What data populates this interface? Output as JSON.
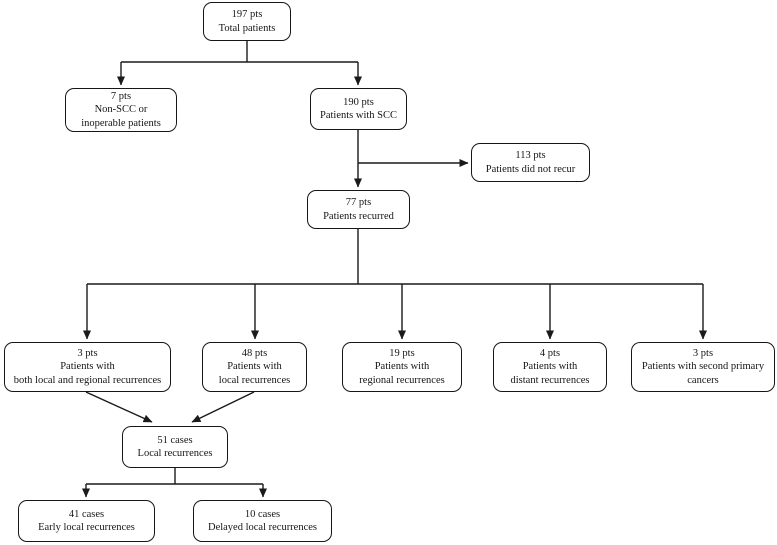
{
  "diagram": {
    "type": "flowchart",
    "description": "Patient disposition flow diagram for squamous cell carcinoma recurrence study",
    "colors": {
      "background": "#ffffff",
      "line": "#1a1a1a",
      "box_border": "#161616",
      "text": "#161616"
    }
  },
  "nodes": {
    "total": {
      "count": "197 pts",
      "label": "Total patients"
    },
    "non_scc": {
      "count": "7 pts",
      "label": "Non-SCC or\ninoperable patients"
    },
    "scc": {
      "count": "190 pts",
      "label": "Patients with SCC"
    },
    "no_recur": {
      "count": "113 pts",
      "label": "Patients did not recur"
    },
    "recurred": {
      "count": "77 pts",
      "label": "Patients recurred"
    },
    "both_local_regional": {
      "count": "3 pts",
      "label": "Patients with\nboth local and regional recurrences"
    },
    "local": {
      "count": "48 pts",
      "label": "Patients with\nlocal recurrences"
    },
    "regional": {
      "count": "19 pts",
      "label": "Patients with\nregional recurrences"
    },
    "distant": {
      "count": "4 pts",
      "label": "Patients with\ndistant recurrences"
    },
    "second_primary": {
      "count": "3 pts",
      "label": "Patients with second primary\ncancers"
    },
    "local_cases": {
      "count": "51 cases",
      "label": "Local recurrences"
    },
    "early_local": {
      "count": "41 cases",
      "label": "Early local recurrences"
    },
    "delayed_local": {
      "count": "10 cases",
      "label": "Delayed local recurrences"
    }
  },
  "edges": [
    {
      "from": "total",
      "to": "non_scc"
    },
    {
      "from": "total",
      "to": "scc"
    },
    {
      "from": "scc",
      "to": "no_recur"
    },
    {
      "from": "scc",
      "to": "recurred"
    },
    {
      "from": "recurred",
      "to": "both_local_regional"
    },
    {
      "from": "recurred",
      "to": "local"
    },
    {
      "from": "recurred",
      "to": "regional"
    },
    {
      "from": "recurred",
      "to": "distant"
    },
    {
      "from": "recurred",
      "to": "second_primary"
    },
    {
      "from": "both_local_regional",
      "to": "local_cases"
    },
    {
      "from": "local",
      "to": "local_cases"
    },
    {
      "from": "local_cases",
      "to": "early_local"
    },
    {
      "from": "local_cases",
      "to": "delayed_local"
    }
  ]
}
